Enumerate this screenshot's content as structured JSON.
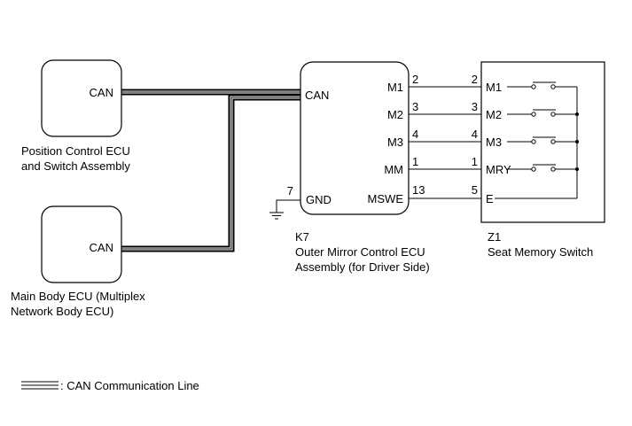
{
  "position_ecu": {
    "pin": "CAN",
    "caption_line1": "Position Control ECU",
    "caption_line2": "and Switch Assembly"
  },
  "main_body_ecu": {
    "pin": "CAN",
    "caption_line1": "Main Body ECU (Multiplex",
    "caption_line2": "Network Body ECU)"
  },
  "mirror_ecu": {
    "code": "K7",
    "caption_line1": "Outer Mirror Control ECU",
    "caption_line2": "Assembly (for Driver Side)",
    "can_pin": "CAN",
    "gnd_pin": "GND",
    "gnd_number": "7",
    "pins": [
      {
        "name": "M1",
        "number": "2"
      },
      {
        "name": "M2",
        "number": "3"
      },
      {
        "name": "M3",
        "number": "4"
      },
      {
        "name": "MM",
        "number": "1"
      },
      {
        "name": "MSWE",
        "number": "13"
      }
    ]
  },
  "memory_switch": {
    "code": "Z1",
    "caption": "Seat Memory Switch",
    "pins": [
      {
        "name": "M1",
        "number": "2"
      },
      {
        "name": "M2",
        "number": "3"
      },
      {
        "name": "M3",
        "number": "4"
      },
      {
        "name": "MRY",
        "number": "1"
      },
      {
        "name": "E",
        "number": "5"
      }
    ]
  },
  "legend": {
    "label": ": CAN Communication Line"
  }
}
